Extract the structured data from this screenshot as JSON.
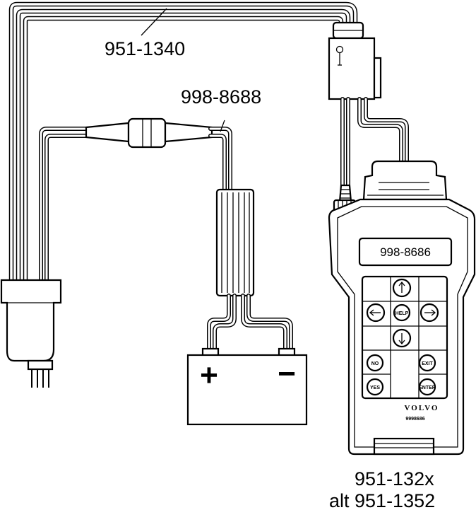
{
  "labels": {
    "cable_top": "951-1340",
    "adapter_cable": "998-8688",
    "tester_display": "998-8686",
    "tester_part": "951-132x",
    "tester_alt": "alt 951-1352"
  },
  "keypad": {
    "help": "HELP",
    "no": "NO",
    "exit": "EXIT",
    "yes": "YES",
    "enter": "ENTER"
  },
  "brand": {
    "name": "VOLVO",
    "serial": "9998686"
  },
  "battery": {
    "positive": "+",
    "negative": "−"
  }
}
